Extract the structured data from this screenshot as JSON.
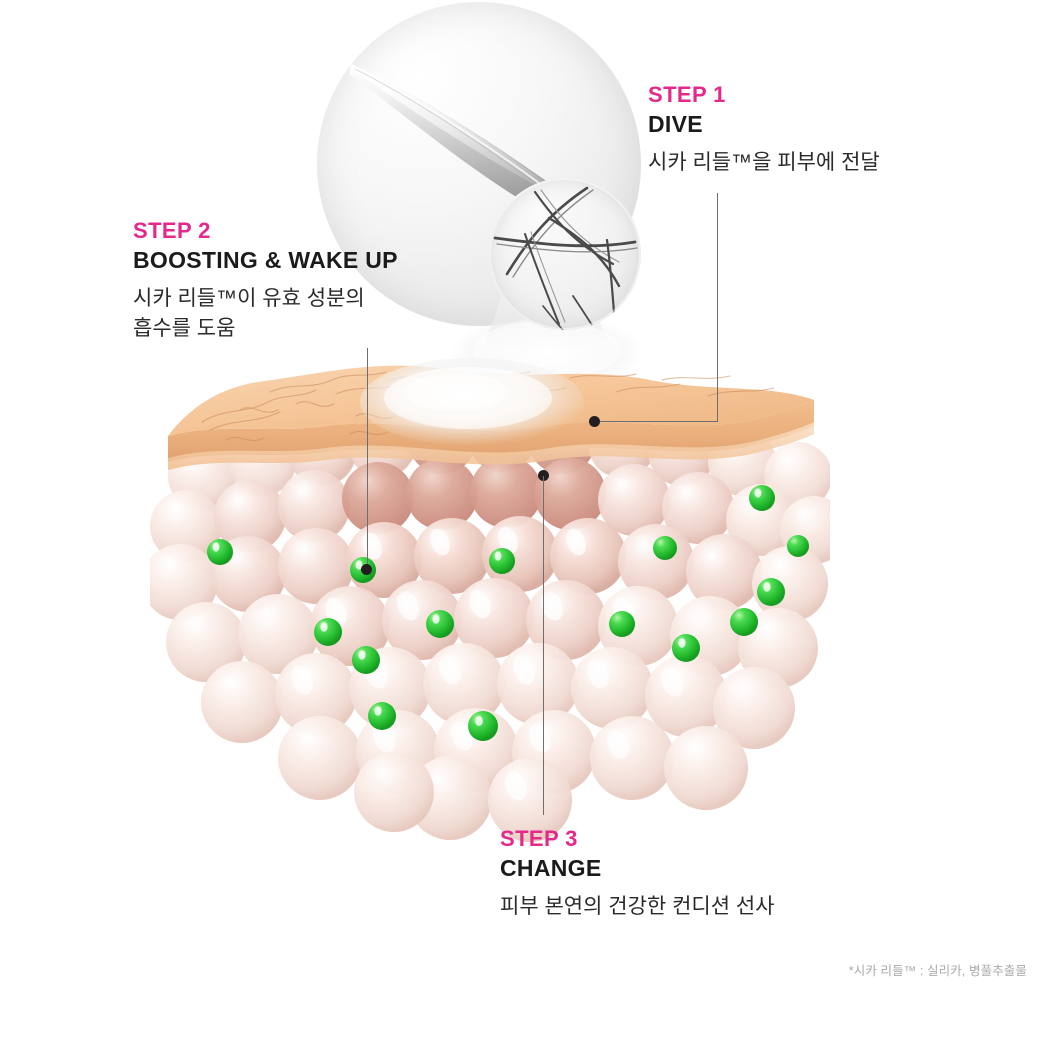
{
  "page": {
    "background": "#ffffff",
    "accent_pink": "#E5298A",
    "text_dark": "#1b1b1b",
    "leader_gray": "#6e6e6e",
    "needle_green": "#2FC23A",
    "skin_top": "#F6C89B",
    "cell_pink": "#EFCFC4"
  },
  "steps": [
    {
      "id": "step1",
      "kicker": "STEP 1",
      "title": "DIVE",
      "desc": "시카 리들™을 피부에 전달"
    },
    {
      "id": "step2",
      "kicker": "STEP 2",
      "title": "BOOSTING & WAKE UP",
      "desc": "시카 리들™이 유효 성분의\n흡수를 도움"
    },
    {
      "id": "step3",
      "kicker": "STEP 3",
      "title": "CHANGE",
      "desc": "피부 본연의 건강한 컨디션 선사"
    }
  ],
  "footnote": {
    "line1": "*시카 리들™ : 실리카, 병풀추출물",
    "line2": ""
  },
  "illustration": {
    "magnifier_large": "needle-tip-macro",
    "magnifier_small": "needle-cluster-macro",
    "skin_block": "skin-cross-section-3d",
    "spray": "serum-spray-cone"
  }
}
